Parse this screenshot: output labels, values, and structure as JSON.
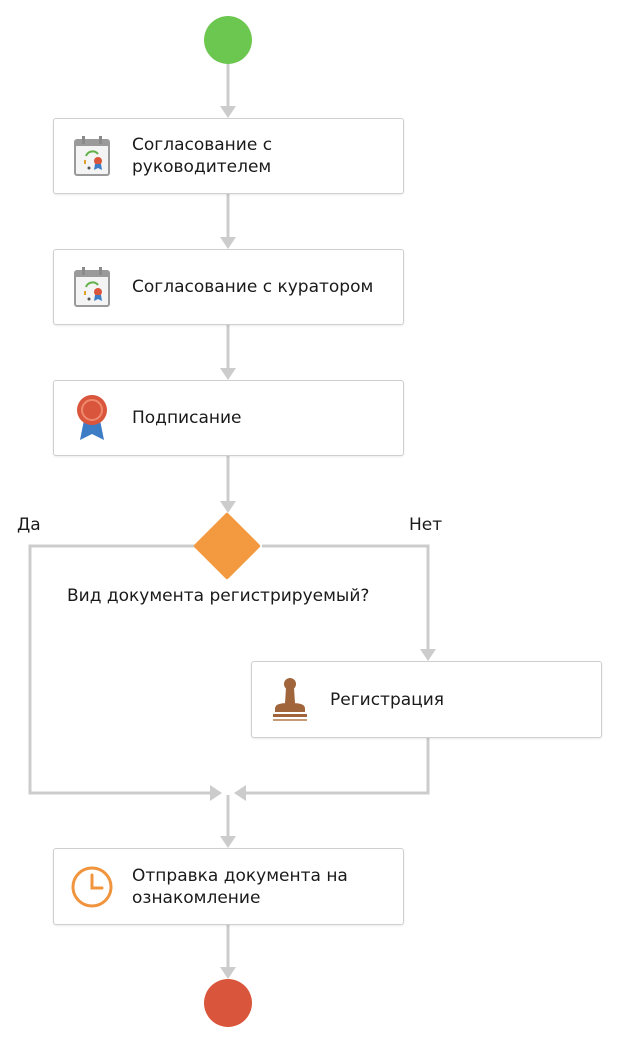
{
  "colors": {
    "start": "#6cc750",
    "end": "#d9553b",
    "decision": "#f39a41",
    "connector": "#cccccc"
  },
  "tasks": {
    "approval_manager": {
      "label": "Согласование с руководителем",
      "icon": "calendar-approval-icon"
    },
    "approval_curator": {
      "label": "Согласование с куратором",
      "icon": "calendar-approval-icon"
    },
    "signing": {
      "label": "Подписание",
      "icon": "award-ribbon-icon"
    },
    "registration": {
      "label": "Регистрация",
      "icon": "stamp-icon"
    },
    "send_for_review": {
      "label": "Отправка документа на ознакомление",
      "icon": "clock-icon"
    }
  },
  "decision": {
    "question": "Вид документа регистрируемый?",
    "yes_label": "Да",
    "no_label": "Нет"
  }
}
